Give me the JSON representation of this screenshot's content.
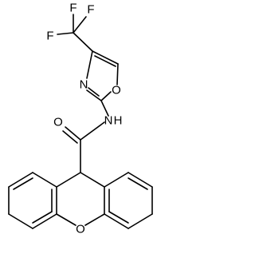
{
  "molecule": {
    "atom_labels": {
      "f_top": "F",
      "f_left": "F",
      "f_right": "F",
      "n_oxazole": "N",
      "o_oxazole": "O",
      "o_carbonyl": "O",
      "n_amide": "N",
      "h_amide": "H",
      "o_xanthene": "O"
    },
    "colors": {
      "bond": "#000000",
      "label": "#000000",
      "background": "#ffffff"
    }
  }
}
